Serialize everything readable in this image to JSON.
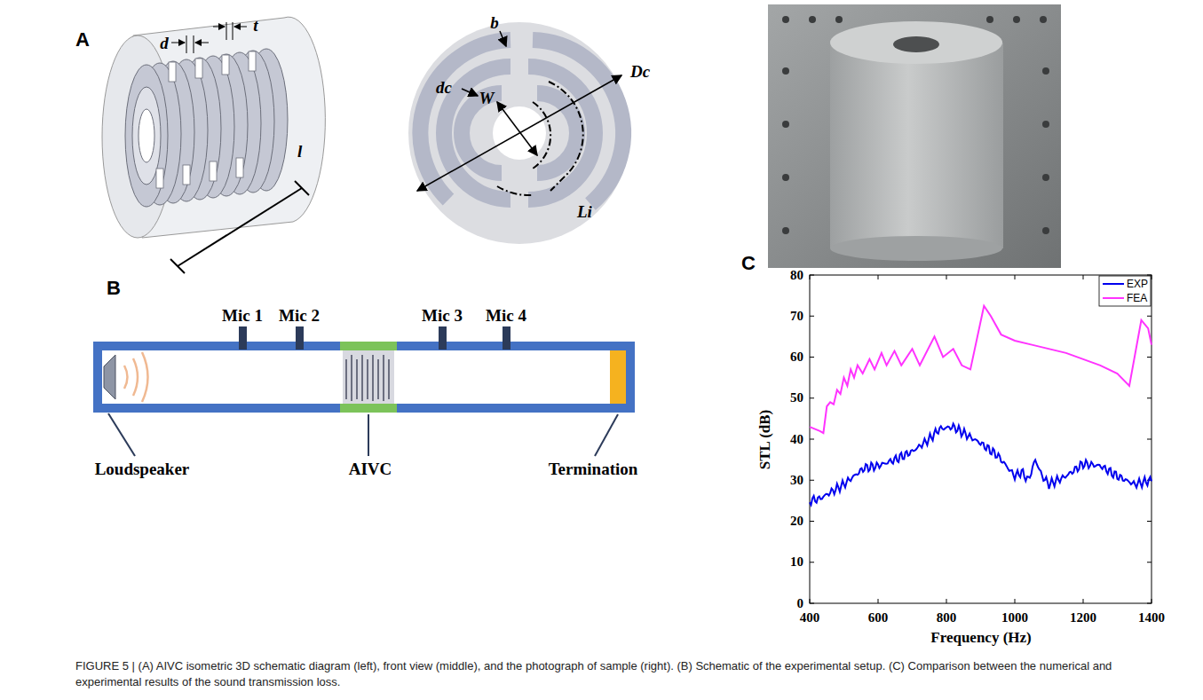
{
  "diagram": {
    "caption": "FIGURE 5 | (A) AIVC isometric 3D schematic diagram (left), front view (middle), and the photograph of sample (right). (B) Schematic of the experimental setup. (C) Comparison between the numerical and experimental results of the sound transmission loss.",
    "labels": [
      "A",
      "d",
      "t",
      "l",
      "b",
      "dc",
      "W",
      "Dc",
      "Li",
      "B",
      "Mic 1",
      "Mic 2",
      "Mic 3",
      "Mic 4",
      "Loudspeaker",
      "AIVC",
      "Termination",
      "C",
      "80",
      "70",
      "60",
      "50",
      "40",
      "30",
      "20",
      "10",
      "0",
      "400",
      "600",
      "800",
      "1000",
      "1200",
      "1400",
      "STL (dB)",
      "Frequency (Hz)"
    ],
    "legend": [
      {
        "text": "EXP"
      },
      {
        "text": "FEA"
      }
    ]
  }
}
